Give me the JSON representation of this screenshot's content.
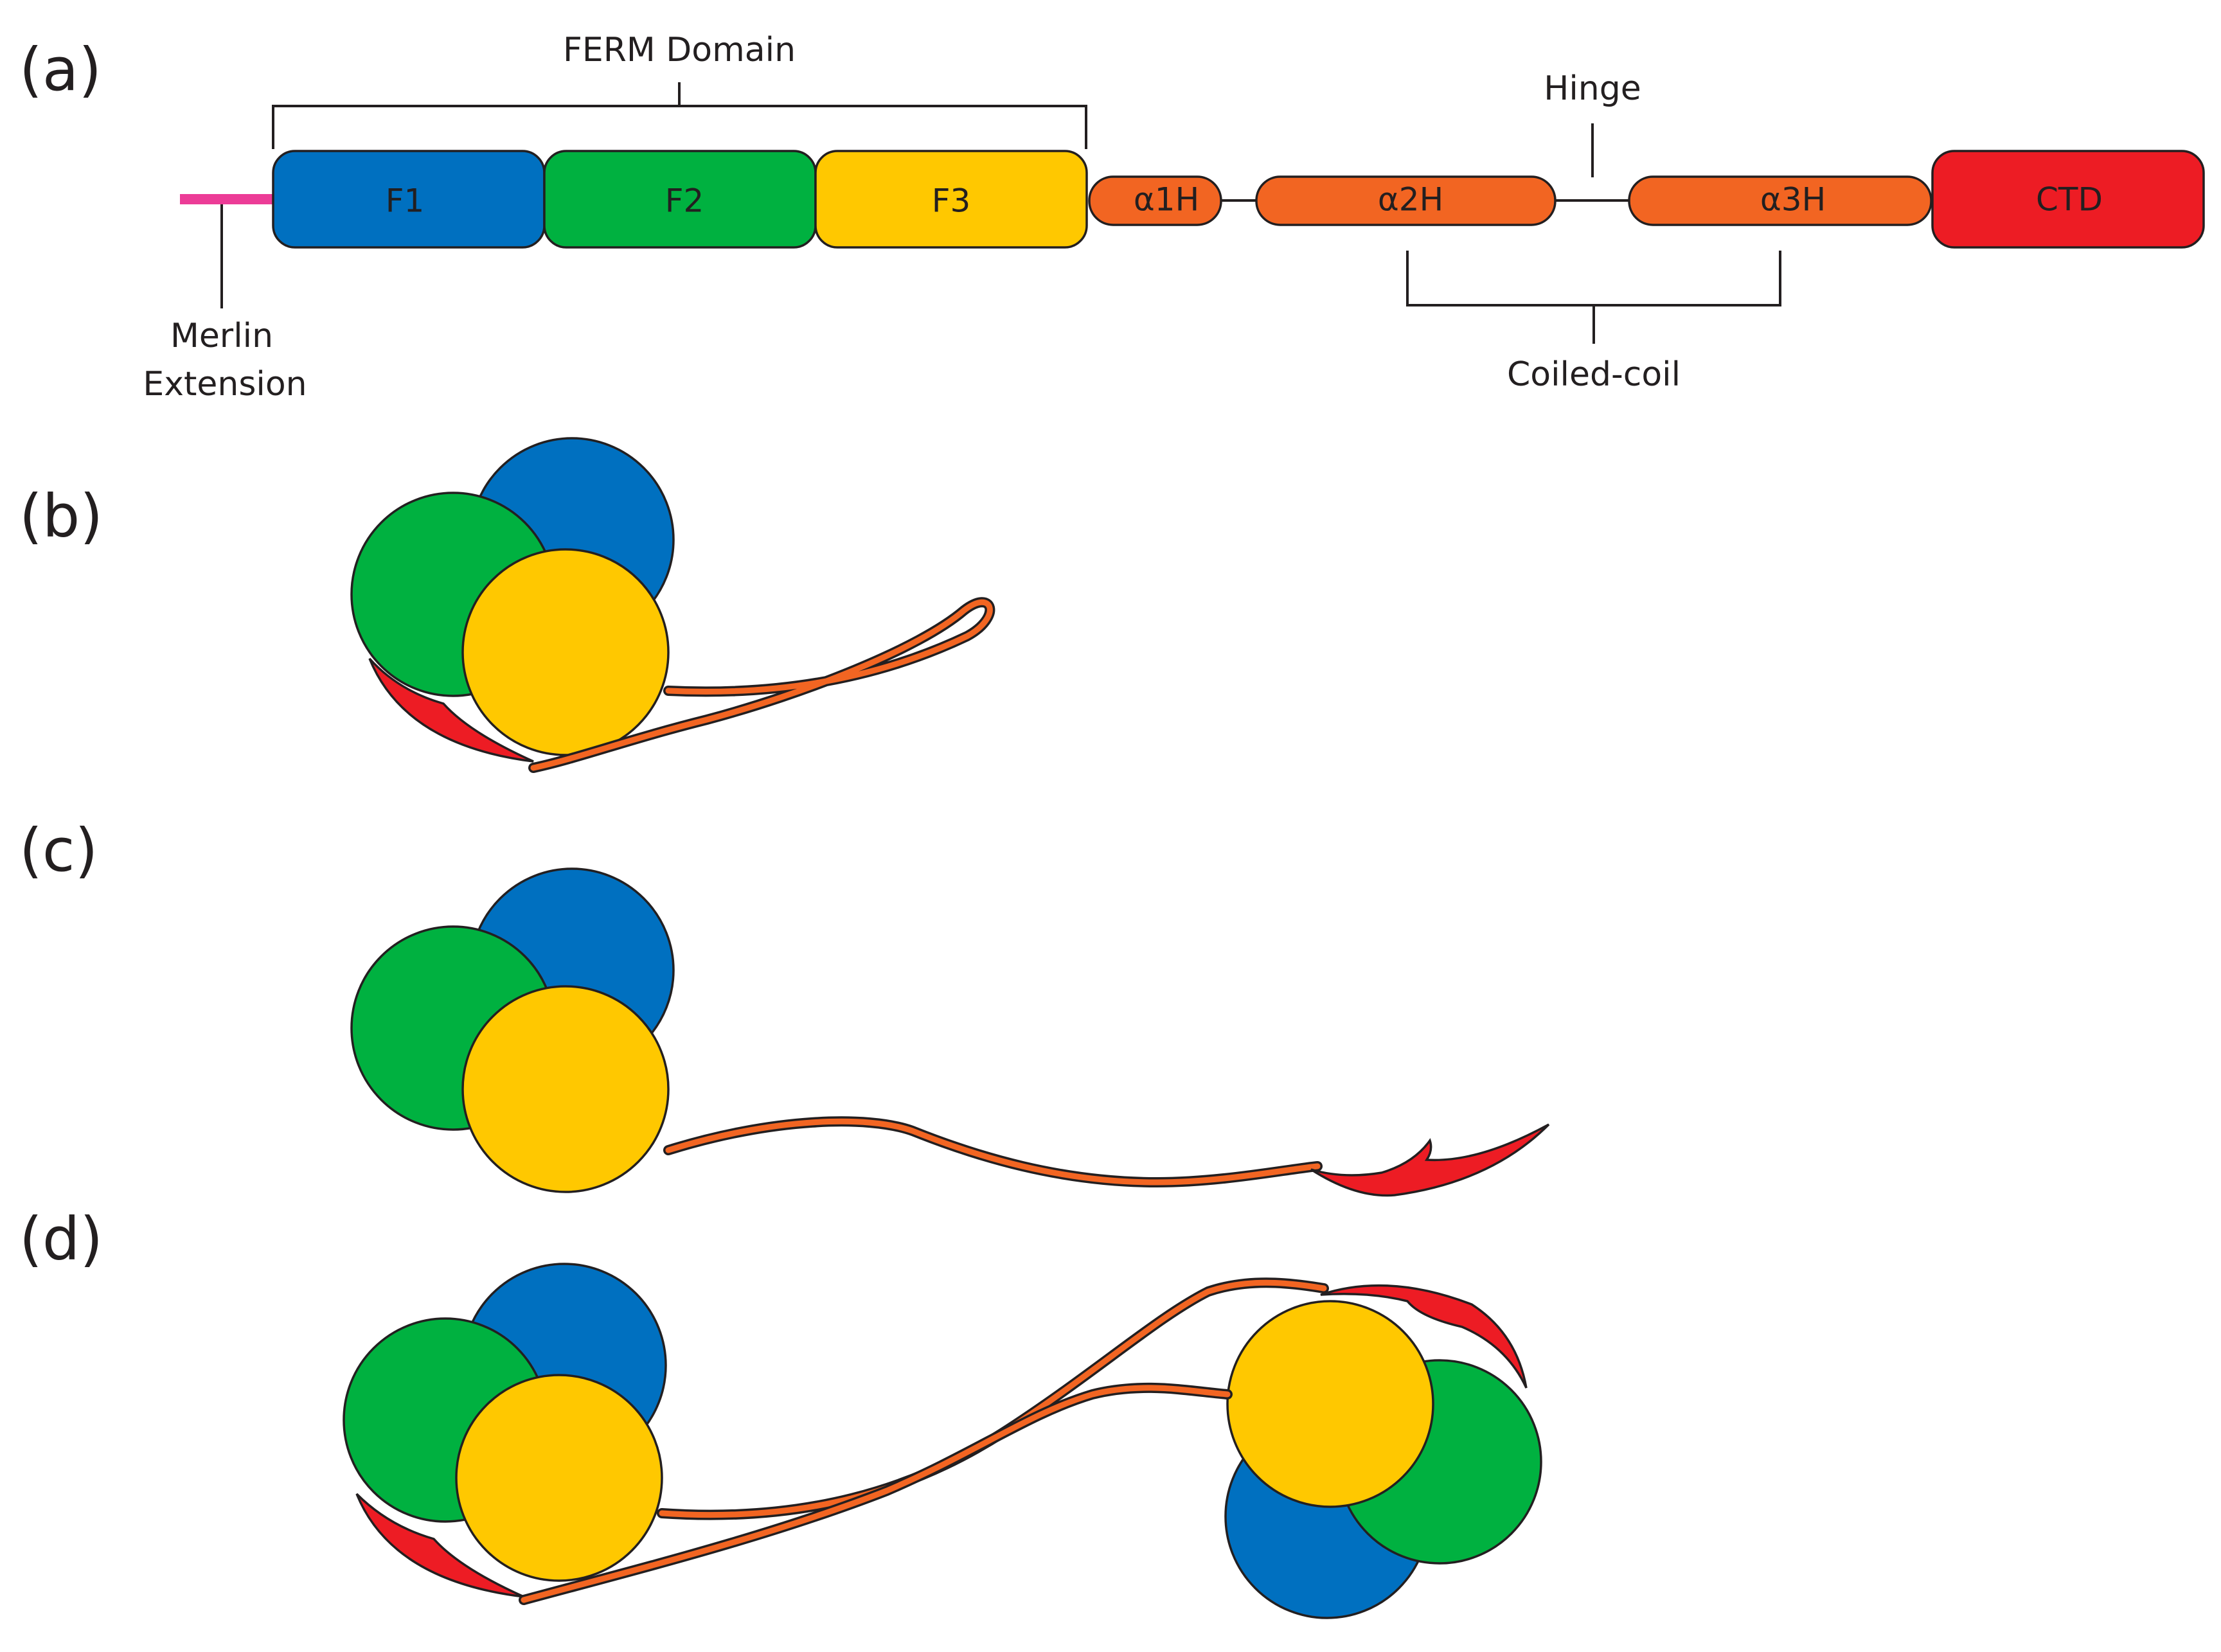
{
  "panels": {
    "a": "(a)",
    "b": "(b)",
    "c": "(c)",
    "d": "(d)"
  },
  "domains": {
    "f1": "F1",
    "f2": "F2",
    "f3": "F3",
    "a1h": "α1H",
    "a2h": "α2H",
    "a3h": "α3H",
    "ctd": "CTD"
  },
  "annotations": {
    "ferm": "FERM Domain",
    "hinge": "Hinge",
    "coiled_line1": "Coiled-coil",
    "merlin_line1": "Merlin",
    "merlin_line2": "Extension"
  },
  "colors": {
    "f1": "#0070c0",
    "f2": "#00b140",
    "f3": "#ffc800",
    "helix": "#f26522",
    "ctd": "#ed1c24",
    "extension": "#ec3c97",
    "outline": "#231f20"
  }
}
